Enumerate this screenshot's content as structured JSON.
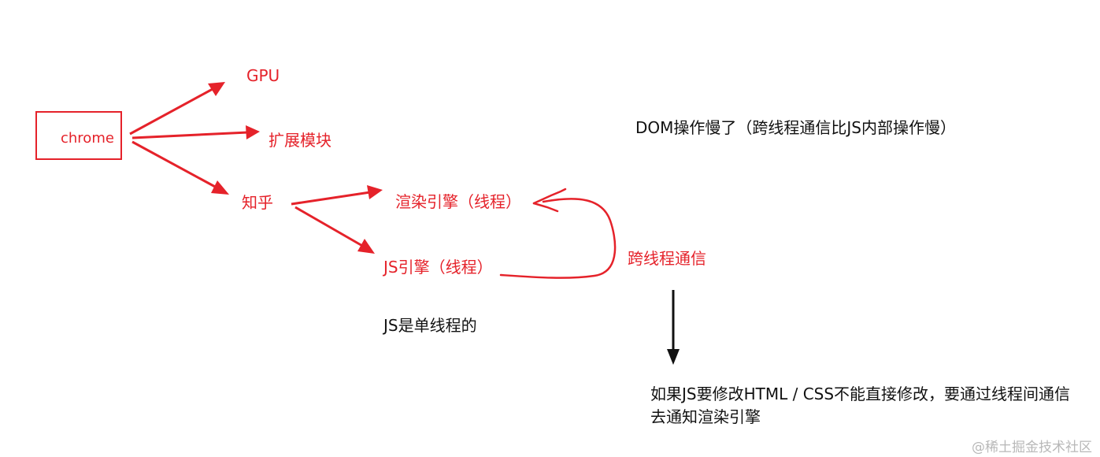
{
  "nodes": {
    "chrome": "chrome",
    "gpu": "GPU",
    "extension": "扩展模块",
    "zhihu": "知乎",
    "render_engine": "渲染引擎（线程）",
    "js_engine": "JS引擎（线程）",
    "cross_thread": "跨线程通信"
  },
  "notes": {
    "js_single": "JS是单线程的",
    "dom_slow": "DOM操作慢了（跨线程通信比JS内部操作慢）",
    "modify_line1": "如果JS要修改HTML / CSS不能直接修改，要通过线程间通信",
    "modify_line2": "去通知渲染引擎"
  },
  "watermark": "@稀土掘金技术社区",
  "colors": {
    "accent": "#e5222a",
    "text": "#111111"
  }
}
